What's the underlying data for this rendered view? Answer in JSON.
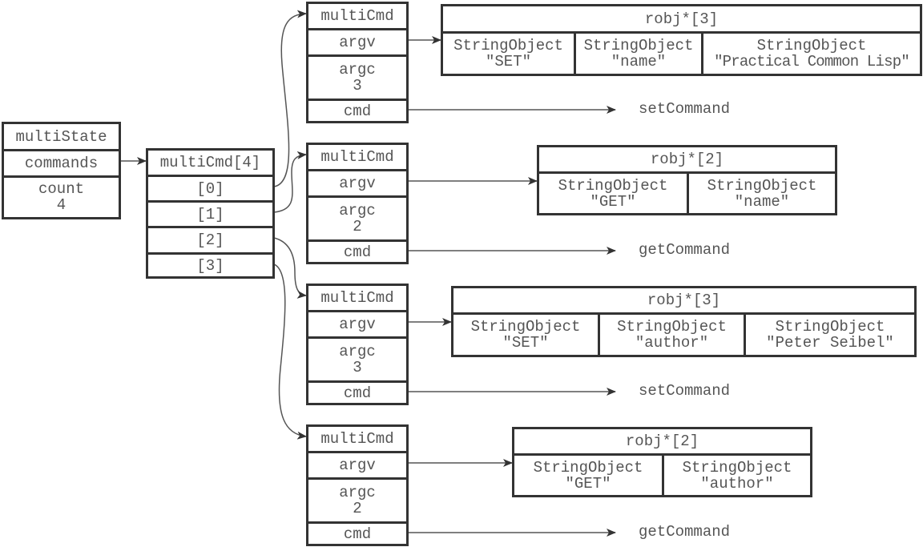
{
  "multiState": {
    "title": "multiState",
    "commands_label": "commands",
    "count_label": "count",
    "count_value": "4"
  },
  "commands_array": {
    "title": "multiCmd[4]",
    "slots": [
      "[0]",
      "[1]",
      "[2]",
      "[3]"
    ]
  },
  "multi_cmds": [
    {
      "title": "multiCmd",
      "argv_label": "argv",
      "argc_label": "argc",
      "argc_value": "3",
      "cmd_label": "cmd",
      "command": "setCommand",
      "argv_array": {
        "title": "robj*[3]",
        "objects": [
          {
            "type": "StringObject",
            "value": "\"SET\""
          },
          {
            "type": "StringObject",
            "value": "\"name\""
          },
          {
            "type": "StringObject",
            "value": "\"Practical Common Lisp\""
          }
        ]
      }
    },
    {
      "title": "multiCmd",
      "argv_label": "argv",
      "argc_label": "argc",
      "argc_value": "2",
      "cmd_label": "cmd",
      "command": "getCommand",
      "argv_array": {
        "title": "robj*[2]",
        "objects": [
          {
            "type": "StringObject",
            "value": "\"GET\""
          },
          {
            "type": "StringObject",
            "value": "\"name\""
          }
        ]
      }
    },
    {
      "title": "multiCmd",
      "argv_label": "argv",
      "argc_label": "argc",
      "argc_value": "3",
      "cmd_label": "cmd",
      "command": "setCommand",
      "argv_array": {
        "title": "robj*[3]",
        "objects": [
          {
            "type": "StringObject",
            "value": "\"SET\""
          },
          {
            "type": "StringObject",
            "value": "\"author\""
          },
          {
            "type": "StringObject",
            "value": "\"Peter Seibel\""
          }
        ]
      }
    },
    {
      "title": "multiCmd",
      "argv_label": "argv",
      "argc_label": "argc",
      "argc_value": "2",
      "cmd_label": "cmd",
      "command": "getCommand",
      "argv_array": {
        "title": "robj*[2]",
        "objects": [
          {
            "type": "StringObject",
            "value": "\"GET\""
          },
          {
            "type": "StringObject",
            "value": "\"author\""
          }
        ]
      }
    }
  ],
  "colors": {
    "stroke": "#333333",
    "text": "#555555",
    "background": "#ffffff"
  }
}
